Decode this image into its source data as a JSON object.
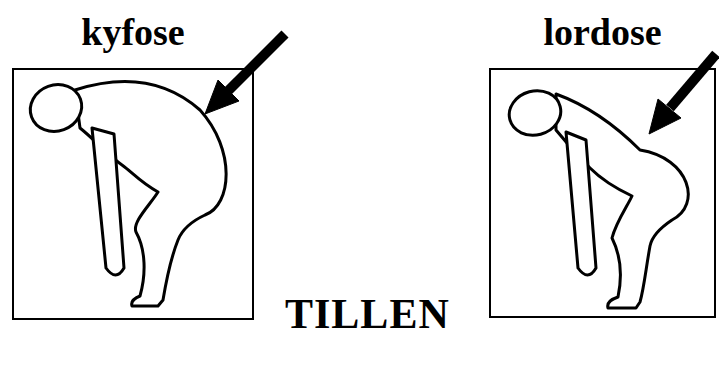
{
  "diagram": {
    "nodes": [
      {
        "text": [
          "kyfose"
        ]
      },
      {
        "text": [
          "lordose"
        ]
      }
    ],
    "labels": [
      "TILLEN"
    ]
  }
}
